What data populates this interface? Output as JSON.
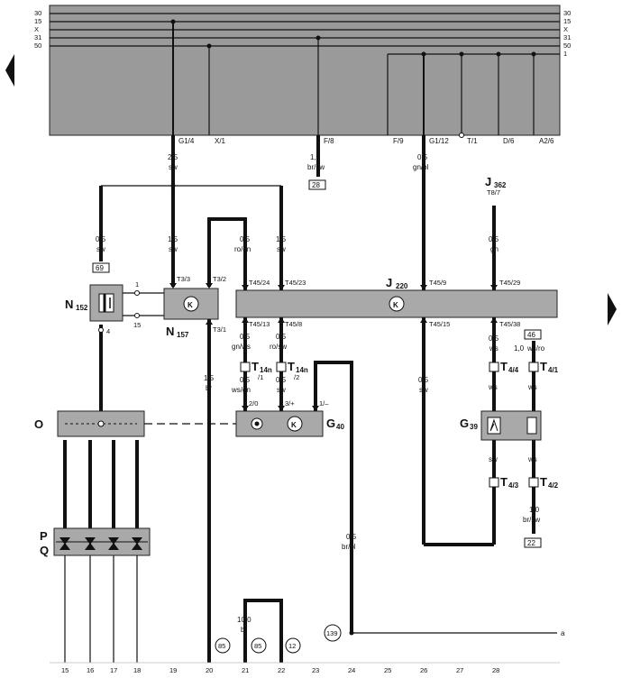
{
  "rails": {
    "left": [
      "30",
      "15",
      "X",
      "31",
      "50"
    ],
    "right": [
      "30",
      "15",
      "X",
      "31",
      "50",
      "1"
    ]
  },
  "top_terminals": {
    "g1_4": "G1/4",
    "x_1": "X/1",
    "f_8": "F/8",
    "f_9": "F/9",
    "g1_12": "G1/12",
    "t_1": "T/1",
    "d_6": "D/6",
    "a2_6": "A2/6"
  },
  "wires": {
    "w18_top_size": "2,5",
    "w18_top_color": "sw",
    "w28_size": "1,0",
    "w28_color": "br/sw",
    "w25_top_size": "0,5",
    "w25_top_color": "gn/bl",
    "w69_size": "0,5",
    "w69_color": "sw",
    "w18_mid_size": "1,5",
    "w18_mid_color": "sw",
    "w20_size": "0,5",
    "w20_color": "ro/gn",
    "w21_size": "1,5",
    "w21_color": "sw",
    "w27_top_size": "0,5",
    "w27_top_color": "gn",
    "w19_size": "1,5",
    "w19_color": "br",
    "w20b_size": "0,5",
    "w20b_color": "gn/ws",
    "w21b_size": "0,5",
    "w21b_color": "ro/sw",
    "w20c_size": "0,5",
    "w20c_color": "ws/gn",
    "w21c_size": "0,5",
    "w21c_color": "sw",
    "w25_mid_size": "0,5",
    "w25_mid_color": "sw",
    "w27_mid_size": "0,5",
    "w27_mid_color": "ws",
    "w28_mid_size": "1,0",
    "w28_mid_color": "ws/ro",
    "w27_a": "ws",
    "w28_a": "ws",
    "w27_b": "sw",
    "w28_b": "ws",
    "w28_low_size": "1,0",
    "w28_low_color": "br/sw",
    "w23_size": "0,5",
    "w23_color": "br/bl",
    "w20_bottom_size": "10,0",
    "w20_bottom_color": "br"
  },
  "refs": {
    "r28": "28",
    "r69": "69",
    "r46": "46",
    "r22": "22",
    "c85a": "85",
    "c85b": "85",
    "c12": "12",
    "c139": "139"
  },
  "pins": {
    "t3_3": "T3/3",
    "t3_2": "T3/2",
    "t3_1": "T3/1",
    "t45_24": "T45/24",
    "t45_23": "T45/23",
    "t45_9": "T45/9",
    "t45_29": "T45/29",
    "t45_13": "T45/13",
    "t45_8": "T45/8",
    "t45_15": "T45/15",
    "t45_38": "T45/38",
    "n152_1": "1",
    "n152_15": "15",
    "n152_4": "4",
    "g40_20": "2/0",
    "g40_3": "3/+",
    "g40_1": "1/–",
    "t14n_1_num": "/1",
    "t14n_2_num": "/2",
    "a_end": "a"
  },
  "components": {
    "n152": "N",
    "n152_sub": "152",
    "n157": "N",
    "n157_sub": "157",
    "j220": "J",
    "j220_sub": "220",
    "j362": "J",
    "j362_sub": "362",
    "j362_pin": "T8/7",
    "g40": "G",
    "g40_sub": "40",
    "g39": "G",
    "g39_sub": "39",
    "o": "O",
    "p": "P",
    "q": "Q",
    "t14n_1": "T",
    "t14n_1_sub": "14n",
    "t14n_2": "T",
    "t14n_2_sub": "14n",
    "t44": "T",
    "t44_sub": "4/4",
    "t41": "T",
    "t41_sub": "4/1",
    "t43": "T",
    "t43_sub": "4/3",
    "t42": "T",
    "t42_sub": "4/2",
    "k_symbol": "K"
  },
  "columns": [
    "15",
    "16",
    "17",
    "18",
    "19",
    "20",
    "21",
    "22",
    "23",
    "24",
    "25",
    "26",
    "27",
    "28"
  ]
}
